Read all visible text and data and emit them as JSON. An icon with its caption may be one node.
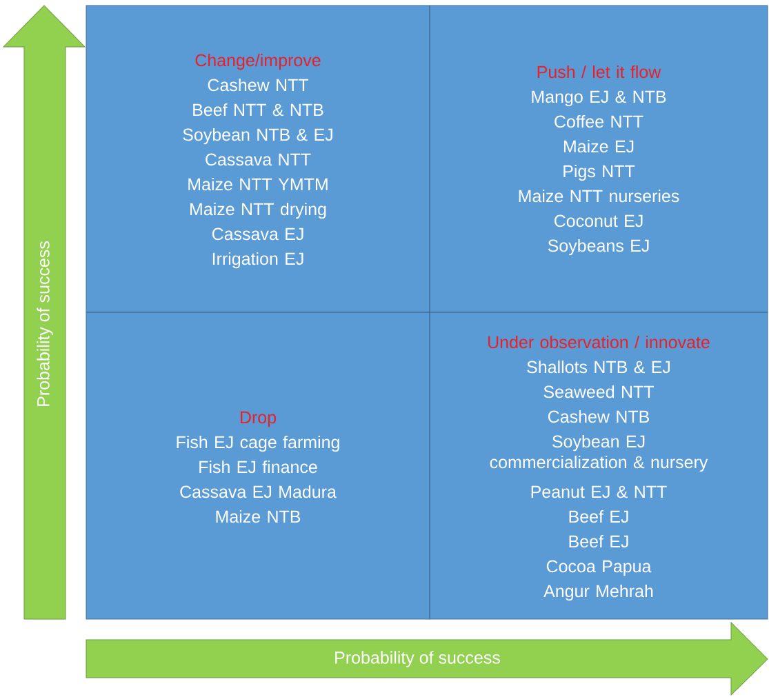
{
  "diagram": {
    "nodes": [
      {
        "text": [
          "Change/improve",
          "Cashew NTT",
          "Beef NTT & NTB",
          "Soybean NTB & EJ",
          "Cassava NTT",
          "Maize NTT YMTM",
          "Maize NTT drying",
          "Cassava EJ",
          "Irrigation EJ"
        ]
      },
      {
        "text": [
          "Push / let it flow",
          "Mango EJ & NTB",
          "Coffee NTT",
          "Maize EJ",
          "Pigs NTT",
          "Maize NTT nurseries",
          "Coconut EJ",
          "Soybeans EJ"
        ]
      },
      {
        "text": [
          "Drop",
          "Fish EJ cage farming",
          "Fish EJ finance",
          "Cassava EJ Madura",
          "Maize NTB"
        ]
      },
      {
        "text": [
          "Under observation / innovate",
          "Shallots NTB & EJ",
          "Seaweed NTT",
          "Cashew NTB",
          "Soybean EJ commercialization & nursery",
          "Peanut EJ & NTT",
          "Beef EJ",
          "Beef EJ",
          "Cocoa Papua",
          "Angur Mehrah"
        ]
      },
      {
        "text": [
          "Probability of success"
        ]
      },
      {
        "text": [
          "Probability of success"
        ]
      }
    ]
  }
}
